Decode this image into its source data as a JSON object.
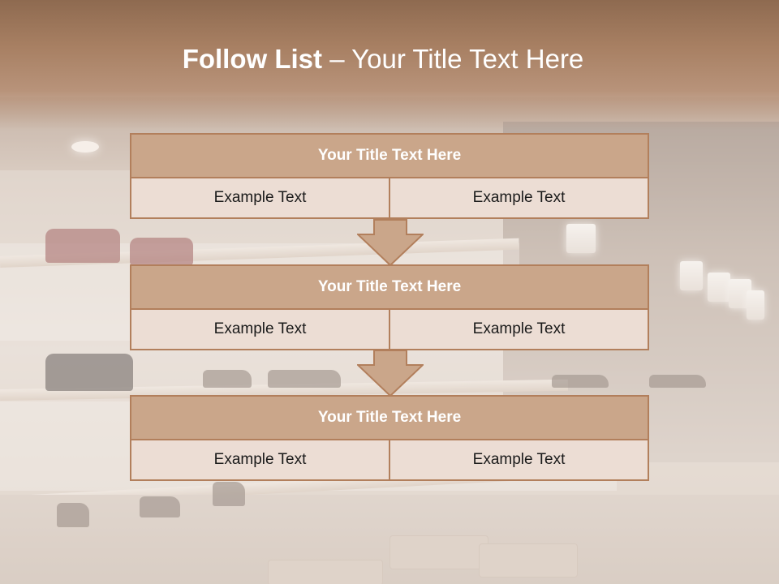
{
  "slide": {
    "title_bold": "Follow List",
    "title_rest": " – Your Title Text Here"
  },
  "steps": [
    {
      "title": "Your Title Text Here",
      "left": "Example Text",
      "right": "Example Text"
    },
    {
      "title": "Your Title Text Here",
      "left": "Example Text",
      "right": "Example Text"
    },
    {
      "title": "Your Title Text Here",
      "left": "Example Text",
      "right": "Example Text"
    }
  ],
  "colors": {
    "header": "#a77f62",
    "box_fill": "#caa68a",
    "box_border": "#b27f5c",
    "cell_fill": "#ecddd4"
  },
  "icons": [
    "down-arrow-icon"
  ]
}
